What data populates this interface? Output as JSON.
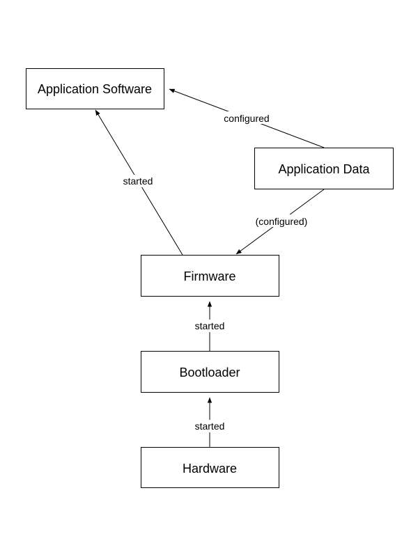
{
  "nodes": {
    "application_software": "Application Software",
    "application_data": "Application Data",
    "firmware": "Firmware",
    "bootloader": "Bootloader",
    "hardware": "Hardware"
  },
  "edges": {
    "data_to_software": "configured",
    "firmware_to_software": "started",
    "data_to_firmware": "(configured)",
    "bootloader_to_firmware": "started",
    "hardware_to_bootloader": "started"
  },
  "colors": {
    "stroke": "#000000",
    "fill": "#ffffff"
  }
}
